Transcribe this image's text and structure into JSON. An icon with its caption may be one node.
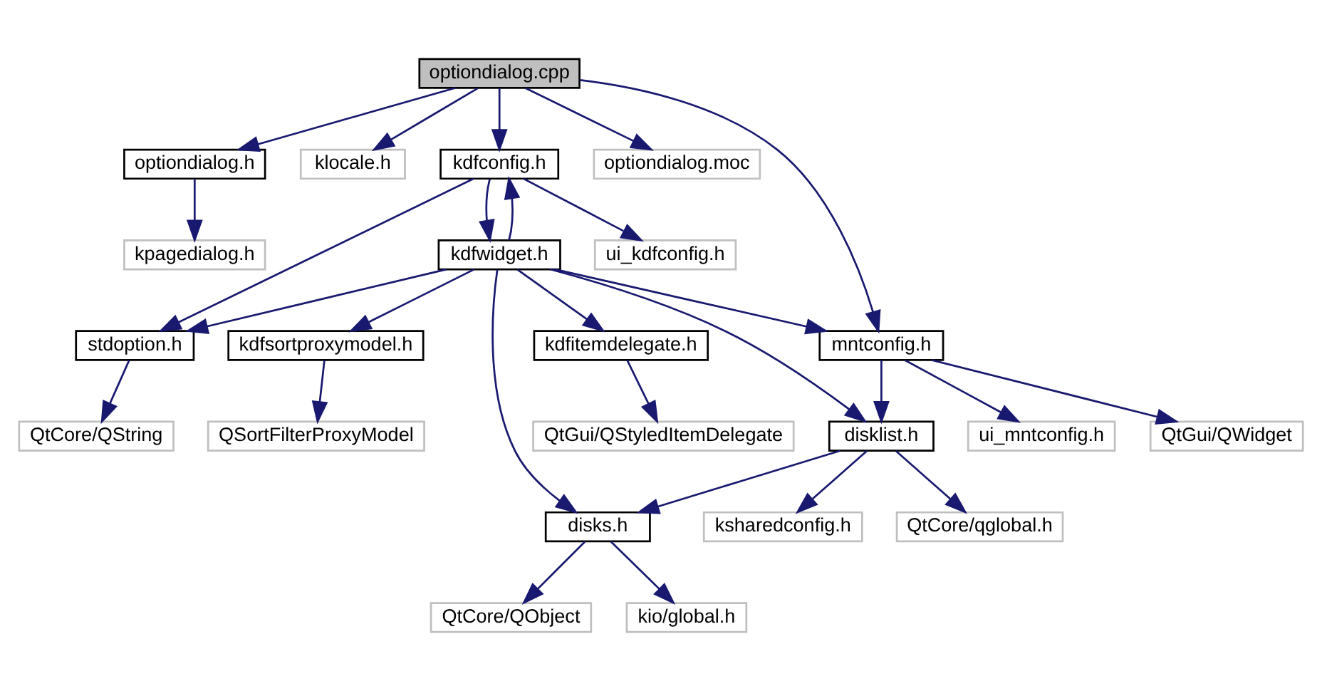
{
  "diagram": {
    "nodes": [
      {
        "text": [
          "optiondialog.cpp"
        ]
      },
      {
        "text": [
          "optiondialog.h"
        ]
      },
      {
        "text": [
          "klocale.h"
        ]
      },
      {
        "text": [
          "kdfconfig.h"
        ]
      },
      {
        "text": [
          "optiondialog.moc"
        ]
      },
      {
        "text": [
          "kpagedialog.h"
        ]
      },
      {
        "text": [
          "kdfwidget.h"
        ]
      },
      {
        "text": [
          "ui_kdfconfig.h"
        ]
      },
      {
        "text": [
          "stdoption.h"
        ]
      },
      {
        "text": [
          "kdfsortproxymodel.h"
        ]
      },
      {
        "text": [
          "kdfitemdelegate.h"
        ]
      },
      {
        "text": [
          "mntconfig.h"
        ]
      },
      {
        "text": [
          "QtCore/QString"
        ]
      },
      {
        "text": [
          "QSortFilterProxyModel"
        ]
      },
      {
        "text": [
          "QtGui/QStyledItemDelegate"
        ]
      },
      {
        "text": [
          "disklist.h"
        ]
      },
      {
        "text": [
          "QtGui/QWidget"
        ]
      },
      {
        "text": [
          "ui_mntconfig.h"
        ]
      },
      {
        "text": [
          "disks.h"
        ]
      },
      {
        "text": [
          "QtCore/qglobal.h"
        ]
      },
      {
        "text": [
          "ksharedconfig.h"
        ]
      },
      {
        "text": [
          "QtCore/QObject"
        ]
      },
      {
        "text": [
          "kio/global.h"
        ]
      }
    ],
    "edges": [
      {
        "from": 0,
        "to": 1,
        "arrow": "to"
      },
      {
        "from": 0,
        "to": 2,
        "arrow": "to"
      },
      {
        "from": 0,
        "to": 3,
        "arrow": "to"
      },
      {
        "from": 0,
        "to": 11,
        "arrow": "to"
      },
      {
        "from": 0,
        "to": 4,
        "arrow": "to"
      },
      {
        "from": 1,
        "to": 5,
        "arrow": "to"
      },
      {
        "from": 3,
        "to": 6,
        "arrow": "to"
      },
      {
        "from": 3,
        "to": 8,
        "arrow": "to"
      },
      {
        "from": 3,
        "to": 7,
        "arrow": "to"
      },
      {
        "from": 6,
        "to": 3,
        "arrow": "to"
      },
      {
        "from": 6,
        "to": 8,
        "arrow": "to"
      },
      {
        "from": 6,
        "to": 9,
        "arrow": "to"
      },
      {
        "from": 6,
        "to": 18,
        "arrow": "to"
      },
      {
        "from": 6,
        "to": 10,
        "arrow": "to"
      },
      {
        "from": 6,
        "to": 15,
        "arrow": "to"
      },
      {
        "from": 6,
        "to": 11,
        "arrow": "to"
      },
      {
        "from": 8,
        "to": 12,
        "arrow": "to"
      },
      {
        "from": 9,
        "to": 13,
        "arrow": "to"
      },
      {
        "from": 10,
        "to": 14,
        "arrow": "to"
      },
      {
        "from": 11,
        "to": 15,
        "arrow": "to"
      },
      {
        "from": 11,
        "to": 16,
        "arrow": "to"
      },
      {
        "from": 11,
        "to": 17,
        "arrow": "to"
      },
      {
        "from": 15,
        "to": 18,
        "arrow": "to"
      },
      {
        "from": 15,
        "to": 19,
        "arrow": "to"
      },
      {
        "from": 15,
        "to": 20,
        "arrow": "to"
      },
      {
        "from": 18,
        "to": 21,
        "arrow": "to"
      },
      {
        "from": 18,
        "to": 22,
        "arrow": "to"
      }
    ]
  }
}
